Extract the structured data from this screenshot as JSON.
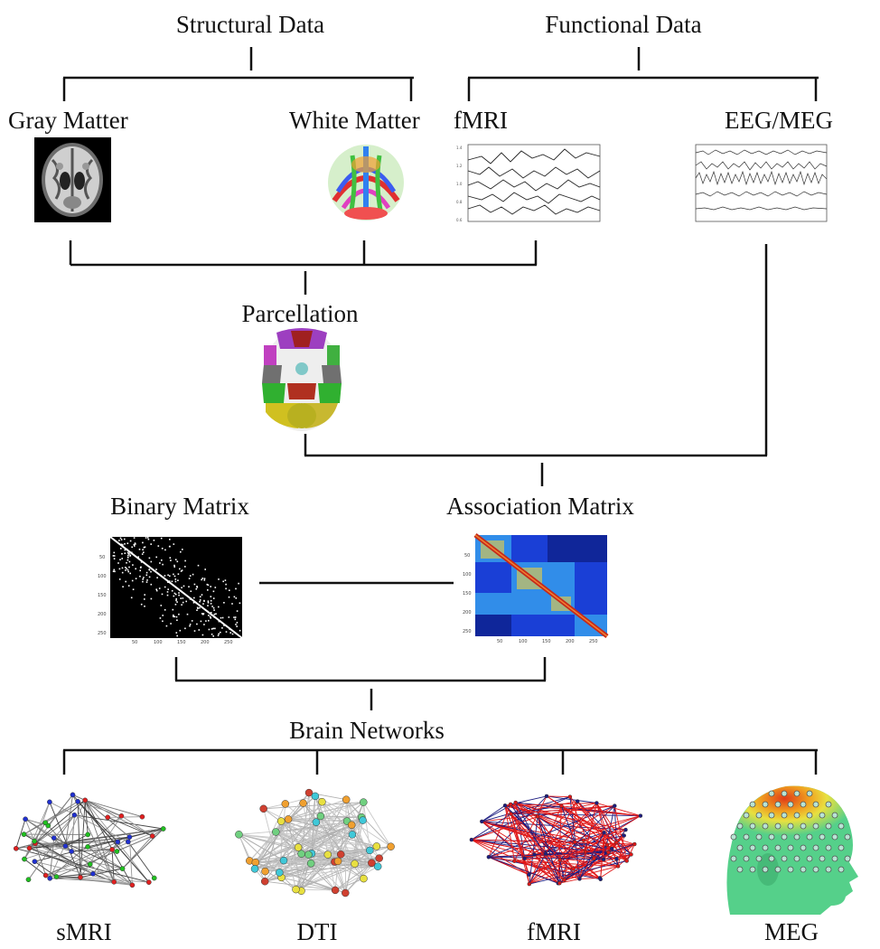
{
  "labels": {
    "structural_data": "Structural Data",
    "functional_data": "Functional Data",
    "gray_matter": "Gray Matter",
    "white_matter": "White Matter",
    "fmri_top": "fMRI",
    "eeg_meg": "EEG/MEG",
    "parcellation": "Parcellation",
    "binary_matrix": "Binary Matrix",
    "association_matrix": "Association Matrix",
    "brain_networks": "Brain Networks",
    "smri": "sMRI",
    "dti": "DTI",
    "fmri_bottom": "fMRI",
    "meg": "MEG"
  },
  "matrix_ticks": [
    "50",
    "100",
    "150",
    "200",
    "250"
  ],
  "colors": {
    "line": "#111111",
    "assoc_background": "#1a3fd6",
    "assoc_diagonal": "#c62a1a",
    "fmri_net_red": "#e01818",
    "fmri_net_navy": "#1c1c80",
    "meg_head": "#55d08a",
    "meg_hot": "#e03a18"
  }
}
